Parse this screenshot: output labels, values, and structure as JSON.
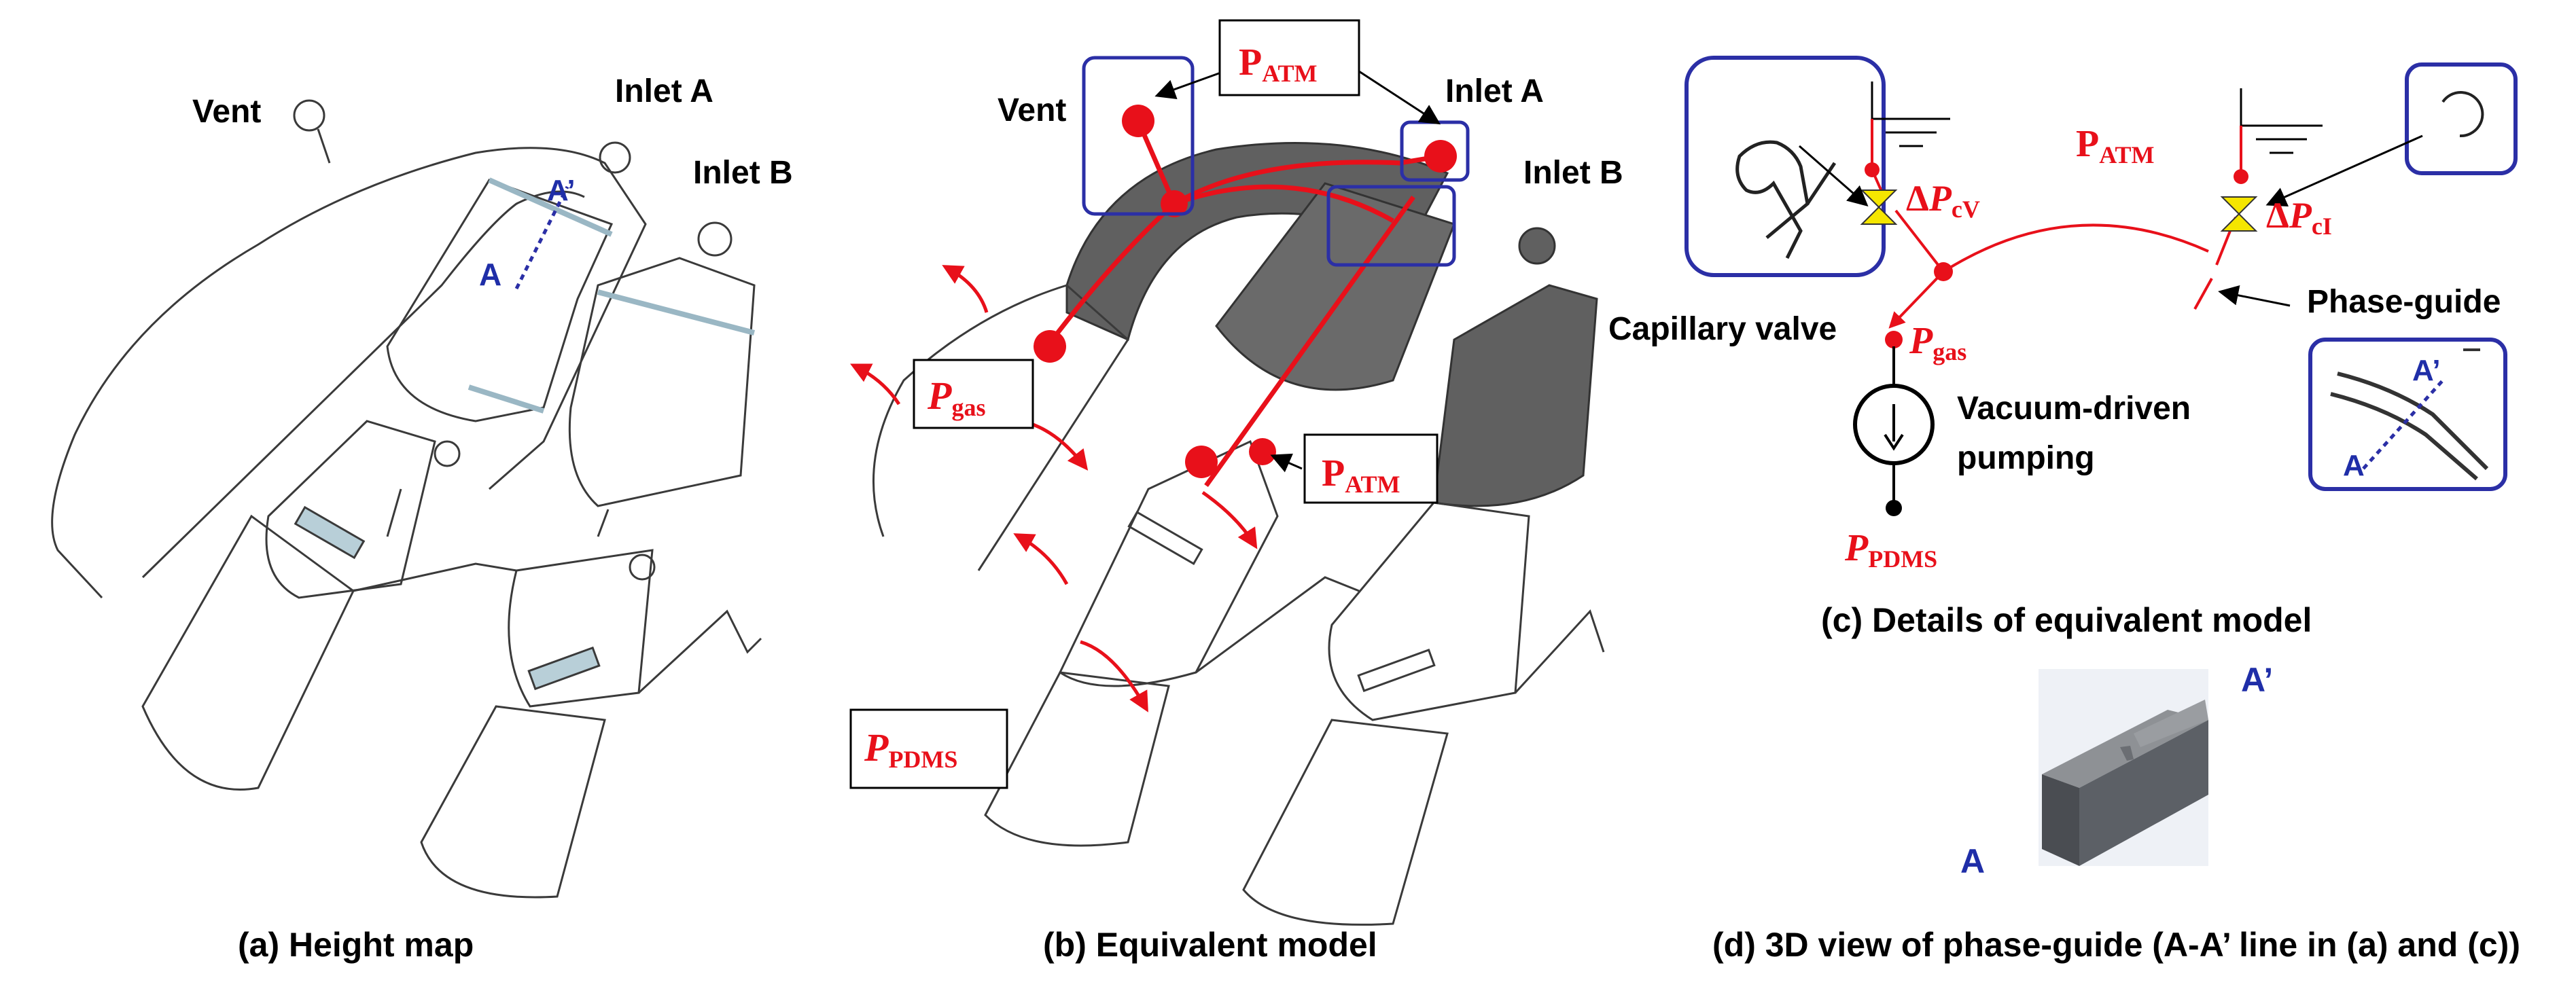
{
  "colors": {
    "red": "#e8101a",
    "blue": "#2b2fa6",
    "gray": "#5f5f5f",
    "teal": "#b8cfd8"
  },
  "panel_a": {
    "vent": "Vent",
    "inlet_a": "Inlet A",
    "inlet_b": "Inlet B",
    "a_mark": "A",
    "a_prime_mark": "A’",
    "caption": "(a) Height map"
  },
  "panel_b": {
    "vent": "Vent",
    "inlet_a": "Inlet A",
    "inlet_b": "Inlet B",
    "p_atm_top": {
      "base": "P",
      "sub": "ATM"
    },
    "p_atm_mid": {
      "base": "P",
      "sub": "ATM"
    },
    "p_gas": {
      "base": "P",
      "sub": "gas"
    },
    "p_pdms": {
      "base": "P",
      "sub": "PDMS"
    },
    "caption": "(b) Equivalent model"
  },
  "panel_c": {
    "p_atm": {
      "base": "P",
      "sub": "ATM"
    },
    "dp_cv": {
      "delta": "Δ",
      "base": "P",
      "sub": "cV"
    },
    "dp_ci": {
      "delta": "Δ",
      "base": "P",
      "sub": "cI"
    },
    "p_gas": {
      "base": "P",
      "sub": "gas"
    },
    "p_pdms": {
      "base": "P",
      "sub": "PDMS"
    },
    "capillary_valve": "Capillary valve",
    "phase_guide": "Phase-guide",
    "vacuum_line1": "Vacuum-driven",
    "vacuum_line2": "pumping",
    "a_mark": "A",
    "a_prime_mark": "A’",
    "caption": "(c) Details of equivalent model"
  },
  "panel_d": {
    "a_mark": "A",
    "a_prime_mark": "A’",
    "caption": "(d) 3D view of phase-guide (A-A’ line in (a) and (c))"
  }
}
